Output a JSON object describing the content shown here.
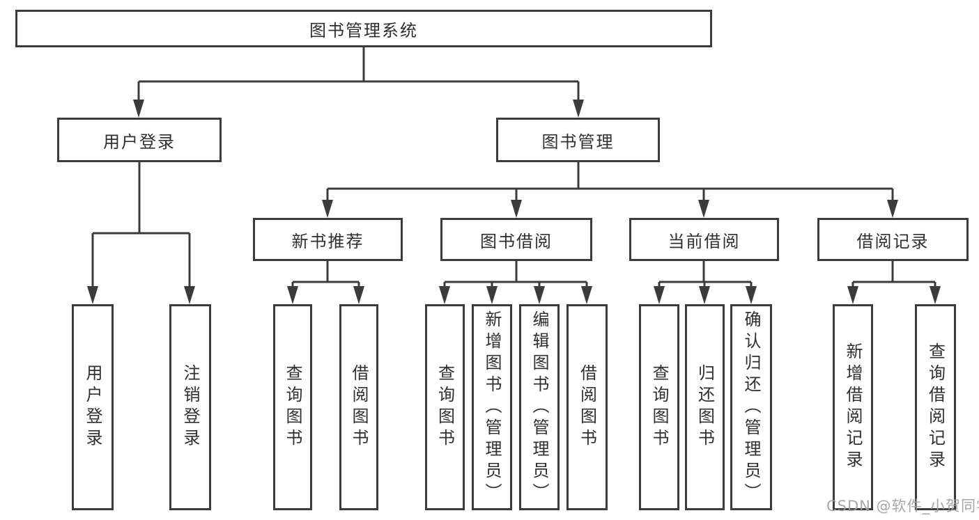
{
  "diagram": {
    "root": {
      "label": "图书管理系统"
    },
    "user_login_branch": {
      "label": "用户登录",
      "children": [
        {
          "label": "用户登录"
        },
        {
          "label": "注销登录"
        }
      ]
    },
    "book_mgmt_branch": {
      "label": "图书管理",
      "sections": [
        {
          "label": "新书推荐",
          "children": [
            {
              "label": "查询图书"
            },
            {
              "label": "借阅图书"
            }
          ]
        },
        {
          "label": "图书借阅",
          "children": [
            {
              "label": "查询图书"
            },
            {
              "label": "新增图书（管理员）"
            },
            {
              "label": "编辑图书（管理员）"
            },
            {
              "label": "借阅图书"
            }
          ]
        },
        {
          "label": "当前借阅",
          "children": [
            {
              "label": "查询图书"
            },
            {
              "label": "归还图书"
            },
            {
              "label": "确认归还（管理员）"
            }
          ]
        },
        {
          "label": "借阅记录",
          "children": [
            {
              "label": "新增借阅记录"
            },
            {
              "label": "查询借阅记录"
            }
          ]
        }
      ]
    }
  },
  "watermark": "CSDN @软件_小贺同学",
  "colors": {
    "line": "#3b3b3b",
    "background": "#ffffff",
    "text": "#2f2f2f",
    "watermark": "#9e9e9e"
  }
}
